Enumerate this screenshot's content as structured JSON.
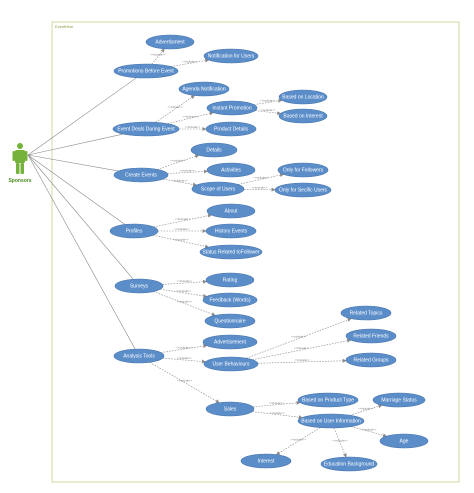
{
  "system_title": "EventHive",
  "actor": {
    "label": "Sponsors"
  },
  "relation_label": "<<include>>",
  "use_cases": {
    "advertisment": "Advertisment",
    "notification_for_users": "Notification for Users",
    "promotions_before_event": "Promotions Before Event",
    "agenda_notification": "Agenda Notification",
    "instant_promotion": "Instant Promotion",
    "based_on_location": "Based on Location",
    "based_on_interest": "Based on Interest",
    "event_deals_during_event": "Event Deals During Event",
    "product_details": "Product Details",
    "details": "Details",
    "create_events": "Create Events",
    "activities": "Activities",
    "only_for_followers": "Only for Followers",
    "scope_of_users": "Scope of Users",
    "only_for_secific_users": "Only for Secific Users",
    "about": "About",
    "profiles": "Profiles",
    "history_events": "History Events",
    "status_related_to_follower": "Status Related toFollower",
    "rating": "Rating",
    "surveys": "Surveys",
    "feedback_words": "Feedback (Words)",
    "questionnaire": "Questionnaire",
    "related_topics": "Related Topics",
    "advertisement": "Advertisement",
    "related_friends": "Related Friends",
    "analysis_tools": "Analysis Tools",
    "user_behaviours": "User Behaviours",
    "related_groups": "Related Groups",
    "based_on_product_type": "Based on Product Type",
    "marriage_status": "Marriage Status",
    "sales": "Sales",
    "based_on_user_information": "Based on User Information",
    "age": "Age",
    "interest": "Interest",
    "education_background": "Education Background"
  }
}
